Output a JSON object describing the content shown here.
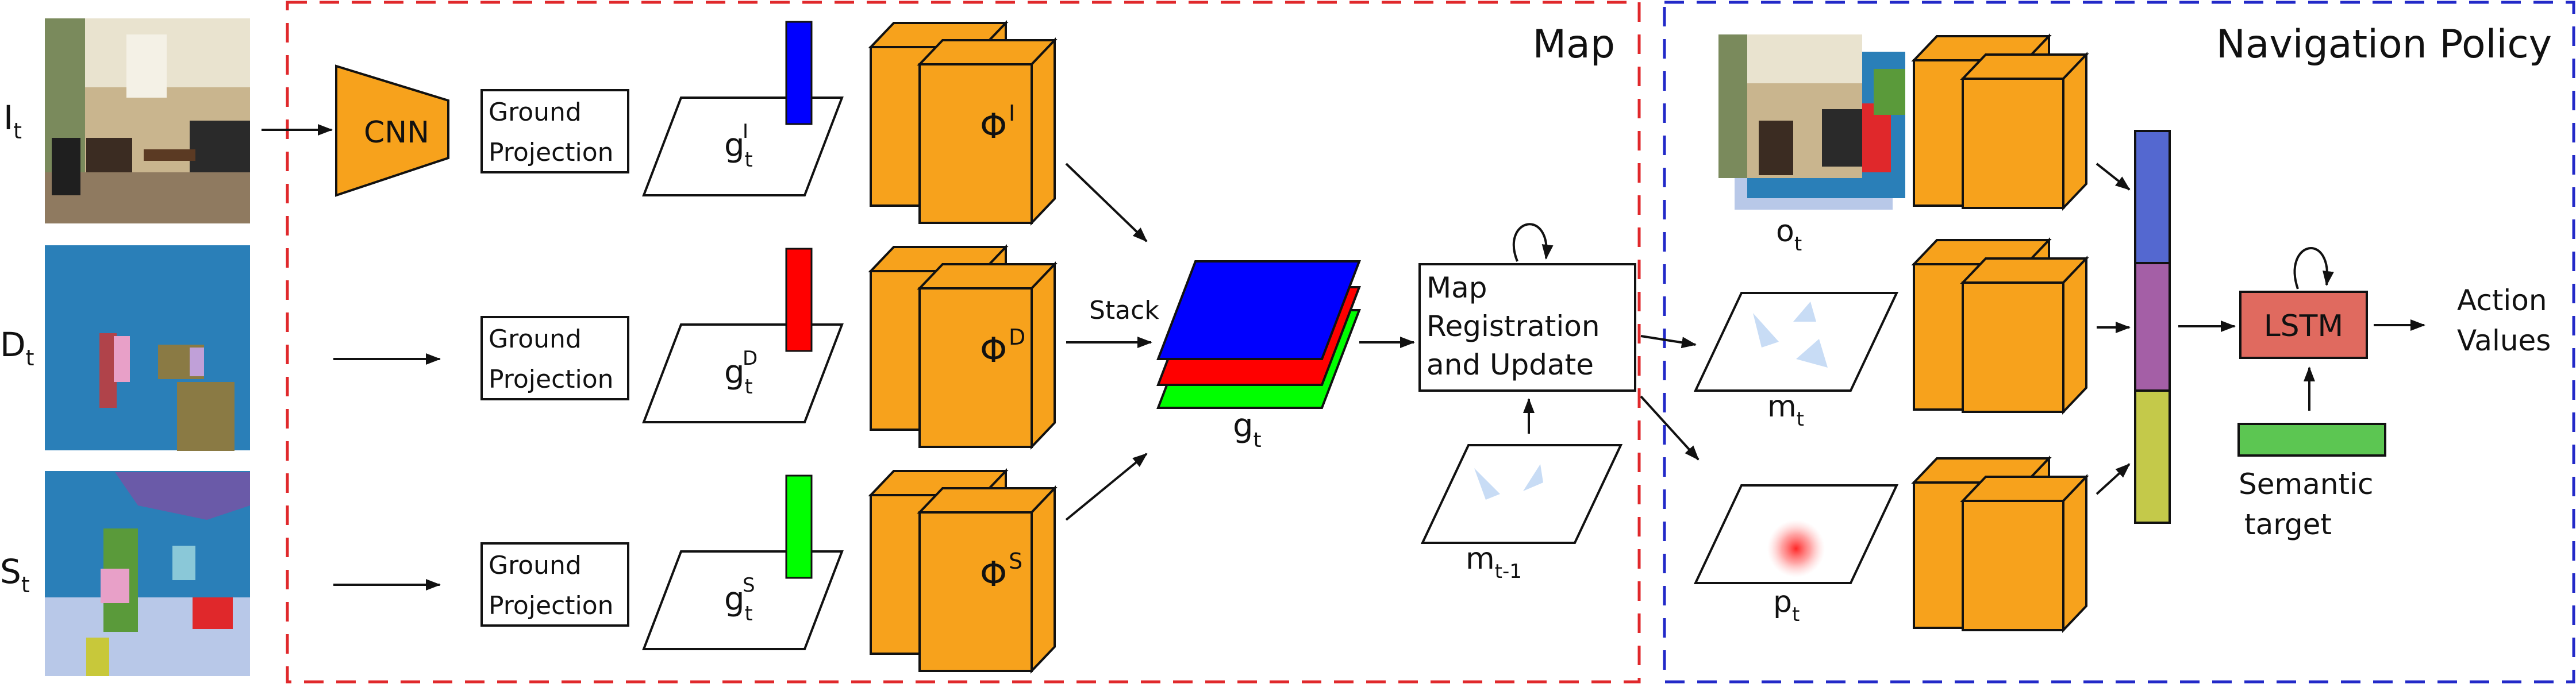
{
  "inputs": [
    {
      "base": "I",
      "sub": "t"
    },
    {
      "base": "D",
      "sub": "t"
    },
    {
      "base": "S",
      "sub": "t"
    }
  ],
  "cnn_label": "CNN",
  "ground_projection": {
    "line1": "Ground",
    "line2": "Projection"
  },
  "grids": [
    {
      "base": "g",
      "sub": "t",
      "sup": "I"
    },
    {
      "base": "g",
      "sub": "t",
      "sup": "D"
    },
    {
      "base": "g",
      "sub": "t",
      "sup": "S"
    }
  ],
  "phi": [
    {
      "base": "Φ",
      "sup": "I"
    },
    {
      "base": "Φ",
      "sup": "D"
    },
    {
      "base": "Φ",
      "sup": "S"
    }
  ],
  "stack_label": "Stack",
  "stack_output": {
    "base": "g",
    "sub": "t"
  },
  "map_update": {
    "line1": "Map",
    "line2": "Registration",
    "line3": "and Update"
  },
  "prev_map": {
    "base": "m",
    "sub": "t-1"
  },
  "map_section_title": "Map",
  "policy_section_title": "Navigation Policy",
  "observation": {
    "base": "o",
    "sub": "t"
  },
  "map_out": {
    "base": "m",
    "sub": "t"
  },
  "goal_map": {
    "base": "p",
    "sub": "t"
  },
  "lstm_label": "LSTM",
  "action_values": {
    "line1": "Action",
    "line2": "Values"
  },
  "semantic_target": {
    "line1": "Semantic",
    "line2": "target"
  },
  "colors": {
    "block_orange": "#f7a21c",
    "map_border": "#e0282b",
    "policy_border": "#2229c8",
    "channel_blue": "#0000ff",
    "channel_red": "#ff0000",
    "channel_green": "#00ff00",
    "lstm_fill": "#e06a5f",
    "target_green": "#5cc652",
    "feat_blue": "#5468d0",
    "feat_purple": "#a45fa6",
    "feat_olive": "#c4c94a"
  }
}
